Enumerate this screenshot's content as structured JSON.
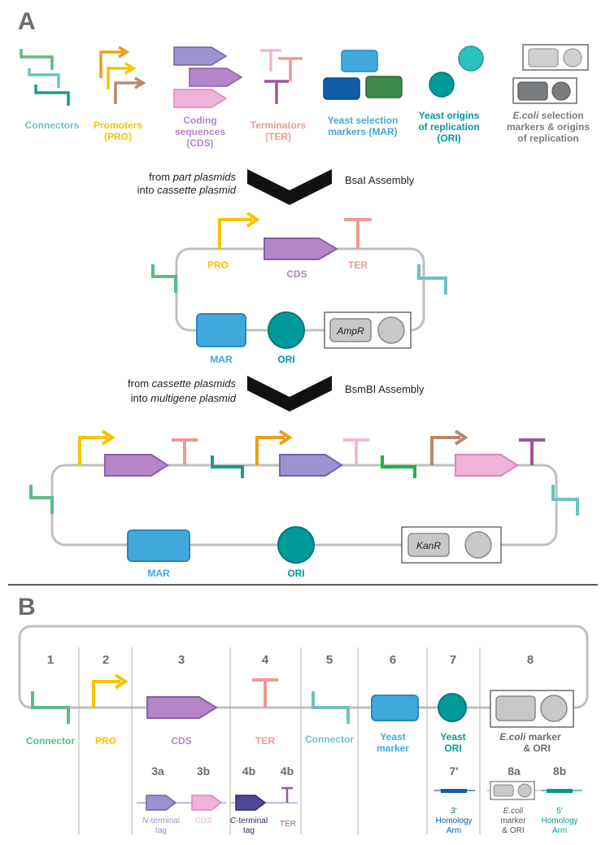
{
  "colors": {
    "connector_green": "#5dbb84",
    "connector_teal": "#6cc2c2",
    "connector_dark": "#1a9a8c",
    "promoter_yellow": "#f5c400",
    "promoter_orange": "#e8a01a",
    "promoter_brown": "#b8876a",
    "cds_purple": "#b486c7",
    "cds_blue": "#9b93d0",
    "cds_pink": "#f0b3d8",
    "terminator_salmon": "#ee9a97",
    "terminator_light": "#f2b5d4",
    "terminator_magenta": "#a0559a",
    "marker_blue": "#41a8dc",
    "marker_dark": "#0f5ea8",
    "marker_green": "#3c8a4a",
    "ori_teal": "#009a9a",
    "ecoli_grey": "#c8c8c8",
    "ecoli_dark": "#7a7d80",
    "backbone": "#bfbfbf",
    "label_grey": "#6b6b6b"
  },
  "panel_a": {
    "letter": "A",
    "legend": {
      "connectors": "Connectors",
      "promoters": [
        "Promoters",
        "(PRO)"
      ],
      "cds": [
        "Coding",
        "sequences",
        "(CDS)"
      ],
      "terminators": [
        "Terminators",
        "(TER)"
      ],
      "markers": [
        "Yeast selection",
        "markers (MAR)"
      ],
      "origins": [
        "Yeast origins",
        "of replication",
        "(ORI)"
      ],
      "ecoli": [
        "E.coli",
        " selection",
        "markers & origins",
        "of replication"
      ]
    },
    "step1": {
      "left_pre": "from ",
      "left_italic": "part plasmids",
      "left2_pre": "into ",
      "left2_italic": "cassette plasmid",
      "right": "BsaI Assembly"
    },
    "cassette": {
      "pro": "PRO",
      "cds": "CDS",
      "ter": "TER",
      "mar": "MAR",
      "ori": "ORI",
      "amp": "AmpR"
    },
    "step2": {
      "left_pre": "from ",
      "left_italic": "cassette plasmids",
      "left2_pre": "into ",
      "left2_italic": "multigene plasmid",
      "right": "BsmBI Assembly"
    },
    "multigene": {
      "mar": "MAR",
      "ori": "ORI",
      "kan": "KanR"
    }
  },
  "panel_b": {
    "letter": "B",
    "slots": [
      {
        "num": "1",
        "label": [
          "Connector"
        ]
      },
      {
        "num": "2",
        "label": [
          "PRO"
        ]
      },
      {
        "num": "3",
        "label": [
          "CDS"
        ]
      },
      {
        "num": "4",
        "label": [
          "TER"
        ]
      },
      {
        "num": "5",
        "label": [
          "Connector"
        ]
      },
      {
        "num": "6",
        "label": [
          "Yeast",
          "marker"
        ]
      },
      {
        "num": "7",
        "label": [
          "Yeast",
          "ORI"
        ]
      },
      {
        "num": "8",
        "label_italic": "E.coli",
        "label_rest": " marker",
        "label2": "& ORI"
      }
    ],
    "sub": {
      "3a": {
        "num": "3a",
        "l1_italic": "N",
        "l1_rest": "-terminal",
        "l2": "tag"
      },
      "3b": {
        "num": "3b",
        "l1": "CDS"
      },
      "4b1": {
        "num": "4b",
        "l1_italic": "C",
        "l1_rest": "-terminal",
        "l2": "tag"
      },
      "4b2": {
        "num": "4b",
        "l1": "TER"
      },
      "7p": {
        "num": "7'",
        "l1": "3'",
        "l2": "Homology",
        "l3": "Arm"
      },
      "8a": {
        "num": "8a",
        "l1_italic": "E.coli",
        "l2": "marker",
        "l3": "& ORI"
      },
      "8b": {
        "num": "8b",
        "l1": "5'",
        "l2": "Homology",
        "l3": "Arm"
      }
    }
  }
}
